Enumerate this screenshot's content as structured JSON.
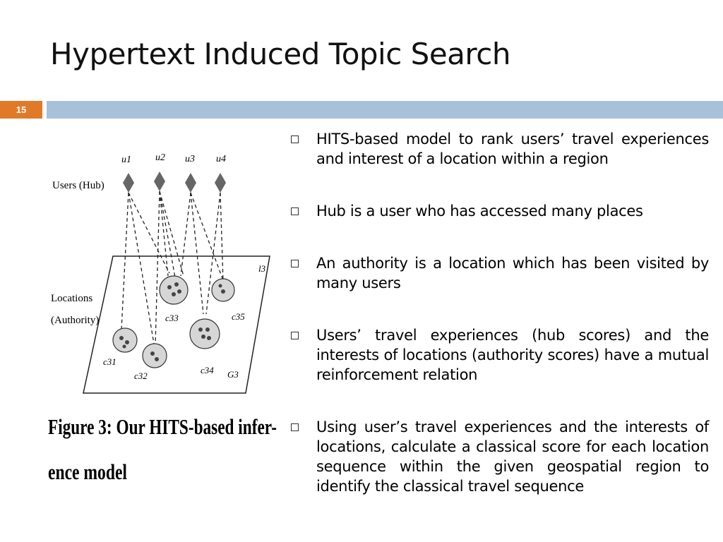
{
  "slide": {
    "title": "Hypertext Induced Topic Search",
    "number": "15"
  },
  "figure": {
    "users_label": "Users (Hub)",
    "locations_label": "Locations",
    "authority_label": "(Authority)",
    "user_nodes": [
      "u1",
      "u2",
      "u3",
      "u4"
    ],
    "cluster_labels": [
      "c31",
      "c32",
      "c33",
      "c34",
      "c35"
    ],
    "region_labels": [
      "l3",
      "G3"
    ],
    "caption_line1": "Figure 3: Our HITS-based infer-",
    "caption_line2": "ence model"
  },
  "bullets": [
    "HITS-based model to rank users’ travel experiences and interest of a location within a region",
    "Hub is a user who has accessed many places",
    "An authority is a location which has been visited by  many users",
    "Users’ travel experiences (hub scores) and the interests of locations (authority scores) have a mutual reinforcement relation",
    "Using user’s travel experiences and the interests of locations, calculate a classical score for each location sequence within the given geospatial region to identify the classical travel sequence"
  ]
}
